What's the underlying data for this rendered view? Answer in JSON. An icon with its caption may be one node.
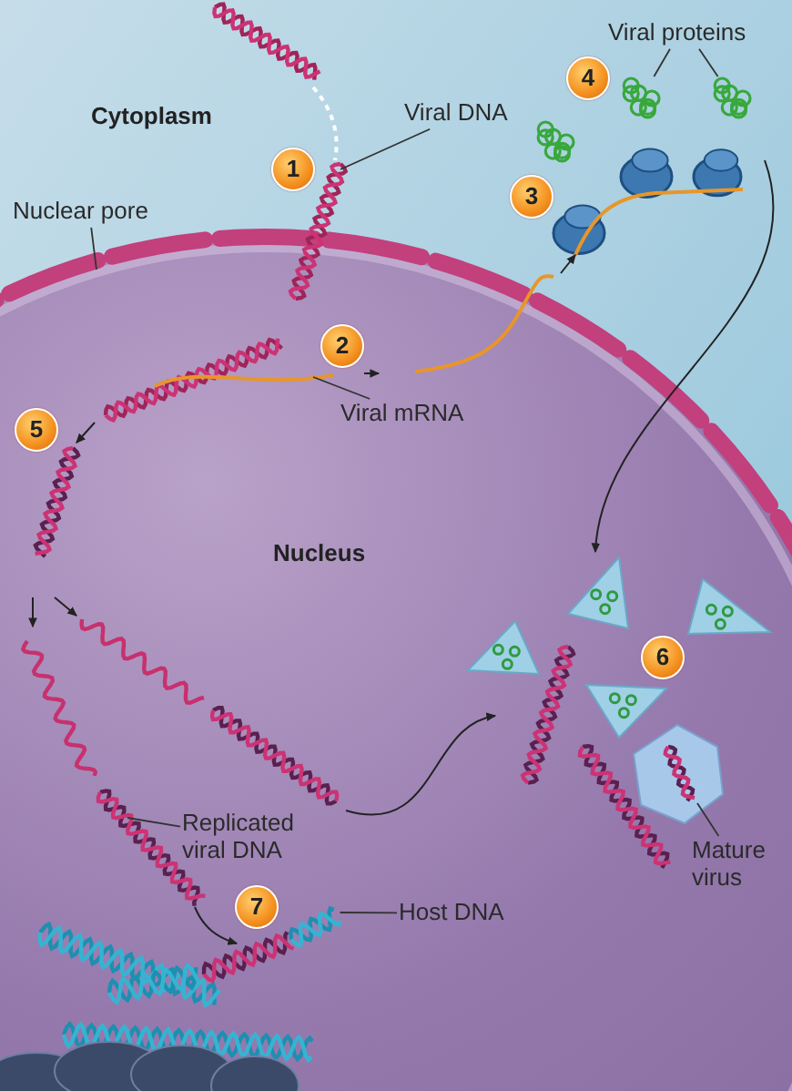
{
  "diagram": {
    "nodes": [
      {
        "text": [
          "Viral proteins"
        ]
      },
      {
        "text": [
          "Viral DNA"
        ]
      },
      {
        "text": [
          "Nuclear pore"
        ]
      },
      {
        "text": [
          "Viral mRNA"
        ]
      },
      {
        "text": [
          "Replicated viral DNA"
        ]
      },
      {
        "text": [
          "Mature virus"
        ]
      },
      {
        "text": [
          "Host DNA"
        ]
      },
      {
        "text": [],
        "shape": "picture"
      },
      {
        "text": [],
        "shape": "picture"
      },
      {
        "text": [],
        "shape": "picture"
      }
    ],
    "edges": [
      {
        "from": 0,
        "to": 8,
        "arrow": "none"
      },
      {
        "from": 0,
        "to": 9,
        "arrow": "none"
      },
      {
        "from": 1,
        "to": null,
        "arrow": "none"
      },
      {
        "from": 2,
        "to": null,
        "arrow": "none"
      },
      {
        "from": 3,
        "to": null,
        "arrow": "none"
      },
      {
        "from": 4,
        "to": null,
        "arrow": "none"
      },
      {
        "from": 5,
        "to": null,
        "arrow": "none"
      },
      {
        "from": 6,
        "to": 7,
        "arrow": "none"
      }
    ],
    "labels": [
      "4",
      "Cytoplasm",
      "1",
      "3",
      "2",
      "5",
      "Nucleus",
      "6",
      "7"
    ]
  }
}
